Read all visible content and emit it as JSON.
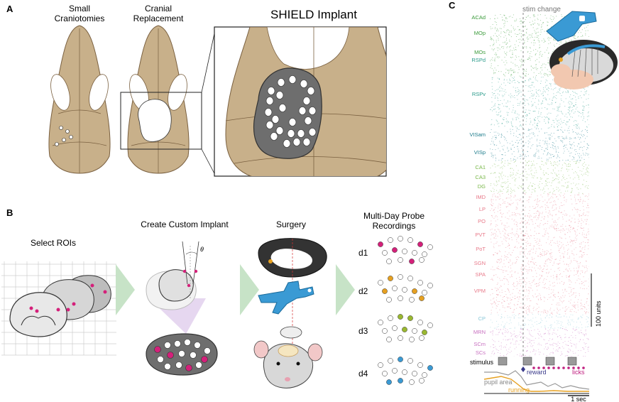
{
  "panel_a": {
    "letter": "A",
    "col1_title_line1": "Small",
    "col1_title_line2": "Craniotomies",
    "col2_title_line1": "Cranial",
    "col2_title_line2": "Replacement",
    "col3_title": "SHIELD Implant"
  },
  "panel_b": {
    "letter": "B",
    "step1": "Select ROIs",
    "step2": "Create Custom Implant",
    "step3": "Surgery",
    "step4_line1": "Multi-Day Probe",
    "step4_line2": "Recordings",
    "theta": "θ",
    "days": [
      "d1",
      "d2",
      "d3",
      "d4"
    ]
  },
  "panel_c": {
    "letter": "C",
    "stim_change": "stim change",
    "regions": [
      {
        "name": "ACAd",
        "color": "#3a9a3a"
      },
      {
        "name": "MOp",
        "color": "#3a9a3a"
      },
      {
        "name": "MOs",
        "color": "#3a9a3a"
      },
      {
        "name": "RSPd",
        "color": "#2a9a8a"
      },
      {
        "name": "RSPv",
        "color": "#2a9a8a"
      },
      {
        "name": "VISam",
        "color": "#1a7a8a"
      },
      {
        "name": "VISp",
        "color": "#1a7a8a"
      },
      {
        "name": "CA1",
        "color": "#7ab84a"
      },
      {
        "name": "CA3",
        "color": "#7ab84a"
      },
      {
        "name": "DG",
        "color": "#7ab84a"
      },
      {
        "name": "IMD",
        "color": "#e87a8a"
      },
      {
        "name": "LP",
        "color": "#e87a8a"
      },
      {
        "name": "PO",
        "color": "#e87a8a"
      },
      {
        "name": "PVT",
        "color": "#e87a8a"
      },
      {
        "name": "PoT",
        "color": "#e87a8a"
      },
      {
        "name": "SGN",
        "color": "#e87a8a"
      },
      {
        "name": "SPA",
        "color": "#e87a8a"
      },
      {
        "name": "VPM",
        "color": "#e87a8a"
      },
      {
        "name": "CP",
        "color": "#8ac8d8"
      },
      {
        "name": "MRN",
        "color": "#c870c0"
      },
      {
        "name": "SCm",
        "color": "#c870c0"
      },
      {
        "name": "SCs",
        "color": "#c870c0"
      }
    ],
    "scale_units": "100 units",
    "stimulus": "stimulus",
    "reward": "reward",
    "licks": "licks",
    "pupil_area": "pupil area",
    "running": "running",
    "time_scale": "1 sec"
  },
  "colors": {
    "bone": "#c8b08a",
    "bone_edge": "#7a6040",
    "implant": "#6e6e6e",
    "arrow_green": "#c7e3c7",
    "magenta": "#d4207a",
    "orange": "#e6a020",
    "olive": "#9ab830",
    "blue": "#3a9ad4",
    "holder_blue": "#3a9ad4"
  }
}
